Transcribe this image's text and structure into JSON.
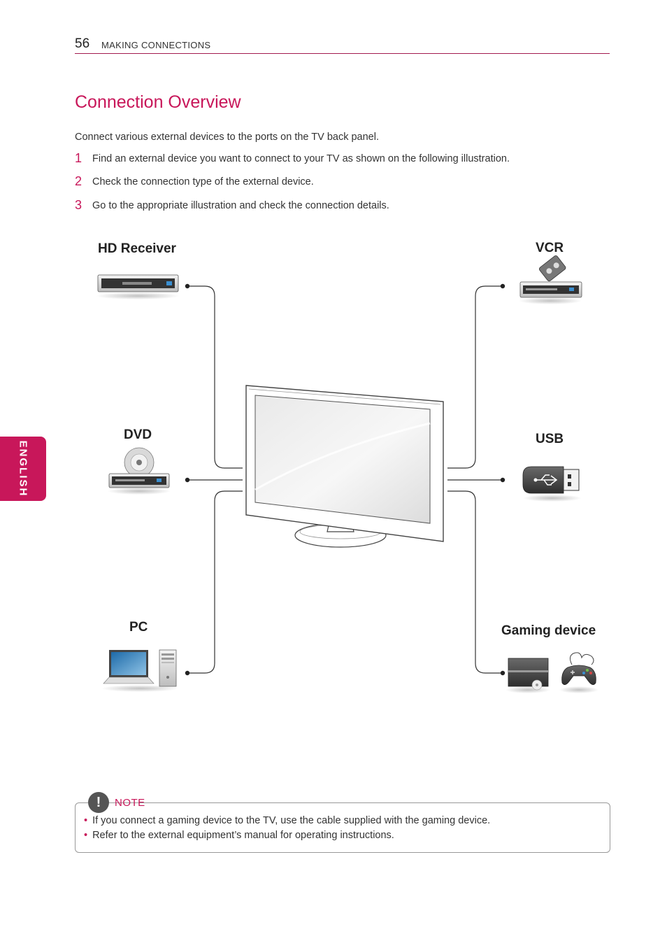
{
  "header": {
    "page_number": "56",
    "section": "MAKING CONNECTIONS"
  },
  "side_tab": {
    "label": "ENGLISH"
  },
  "title": "Connection Overview",
  "intro": "Connect various external devices to the ports on the TV back panel.",
  "steps": [
    {
      "num": "1",
      "text": "Find an external device you want to connect to your TV as shown on the following illustration."
    },
    {
      "num": "2",
      "text": "Check the connection type of the external device."
    },
    {
      "num": "3",
      "text": "Go to the appropriate illustration and check the connection details."
    }
  ],
  "devices": {
    "hd_receiver": "HD Receiver",
    "vcr": "VCR",
    "dvd": "DVD",
    "usb": "USB",
    "pc": "PC",
    "gaming": "Gaming device"
  },
  "note": {
    "label": "NOTE",
    "items": [
      "If you connect a gaming device to the TV, use the cable supplied with the gaming device.",
      "Refer to the external equipment’s manual for operating instructions."
    ]
  },
  "colors": {
    "accent": "#c8175a",
    "rule": "#a3194f"
  }
}
